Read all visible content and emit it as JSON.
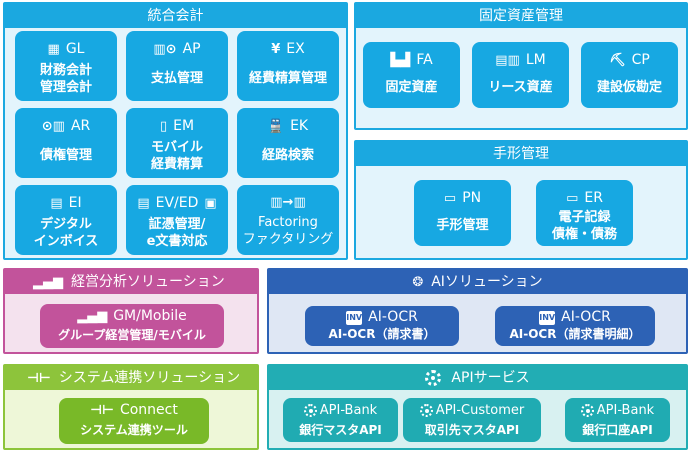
{
  "integrated_accounting": {
    "title": "統合会計",
    "cards": [
      {
        "code": "GL",
        "name": "財務会計\n管理会計",
        "icon": "calculator-icon"
      },
      {
        "code": "AP",
        "name": "支払管理",
        "icon": "payment-icon"
      },
      {
        "code": "EX",
        "name": "経費精算管理",
        "icon": "yen-document-icon"
      },
      {
        "code": "AR",
        "name": "債権管理",
        "icon": "receivable-icon"
      },
      {
        "code": "EM",
        "name": "モバイル\n経費精算",
        "icon": "mobile-yen-icon"
      },
      {
        "code": "EK",
        "name": "経路検索",
        "icon": "train-icon"
      },
      {
        "code": "EI",
        "name": "デジタル\nインボイス",
        "icon": "invoice-icon"
      },
      {
        "code": "EV/ED",
        "name": "証憑管理/\ne文書対応",
        "icon": "document-stack-icon"
      },
      {
        "code": "",
        "name": "Factoring\nファクタリング",
        "icon": "factoring-icon"
      }
    ]
  },
  "fixed_assets": {
    "title": "固定資産管理",
    "cards": [
      {
        "code": "FA",
        "name": "固定資産",
        "icon": "factory-icon"
      },
      {
        "code": "LM",
        "name": "リース資産",
        "icon": "lease-icon"
      },
      {
        "code": "CP",
        "name": "建設仮勘定",
        "icon": "excavator-icon"
      }
    ]
  },
  "notes": {
    "title": "手形管理",
    "cards": [
      {
        "code": "PN",
        "name": "手形管理",
        "icon": "promissory-note-icon"
      },
      {
        "code": "ER",
        "name": "電子記録\n債権・債務",
        "icon": "monitor-icon"
      }
    ]
  },
  "management_analysis": {
    "title": "経営分析ソリューション",
    "title_icon": "bar-chart-icon",
    "card": {
      "code": "GM/Mobile",
      "name": "グループ経営管理/モバイル",
      "icon": "bar-chart-icon"
    }
  },
  "ai_solution": {
    "title": "AIソリューション",
    "title_icon": "ai-brain-icon",
    "cards": [
      {
        "code": "AI-OCR",
        "name": "AI-OCR（請求書）",
        "icon": "ai-invoice-icon"
      },
      {
        "code": "AI-OCR",
        "name": "AI-OCR（請求書明細）",
        "icon": "ai-invoice-icon"
      }
    ]
  },
  "system_integration": {
    "title": "システム連携ソリューション",
    "title_icon": "connect-icon",
    "card": {
      "code": "Connect",
      "name": "システム連携ツール",
      "icon": "connect-icon"
    }
  },
  "api_service": {
    "title": "APIサービス",
    "title_icon": "gear-icon",
    "cards": [
      {
        "code": "API-Bank",
        "name": "銀行マスタAPI",
        "icon": "gear-icon"
      },
      {
        "code": "API-Customer",
        "name": "取引先マスタAPI",
        "icon": "gear-icon"
      },
      {
        "code": "API-Bank",
        "name": "銀行口座API",
        "icon": "gear-icon"
      }
    ]
  },
  "colors": {
    "blue": "#1ba8e0",
    "pink": "#c2539b",
    "navy": "#2d62b5",
    "green": "#8dc43b",
    "teal": "#22adb4"
  }
}
